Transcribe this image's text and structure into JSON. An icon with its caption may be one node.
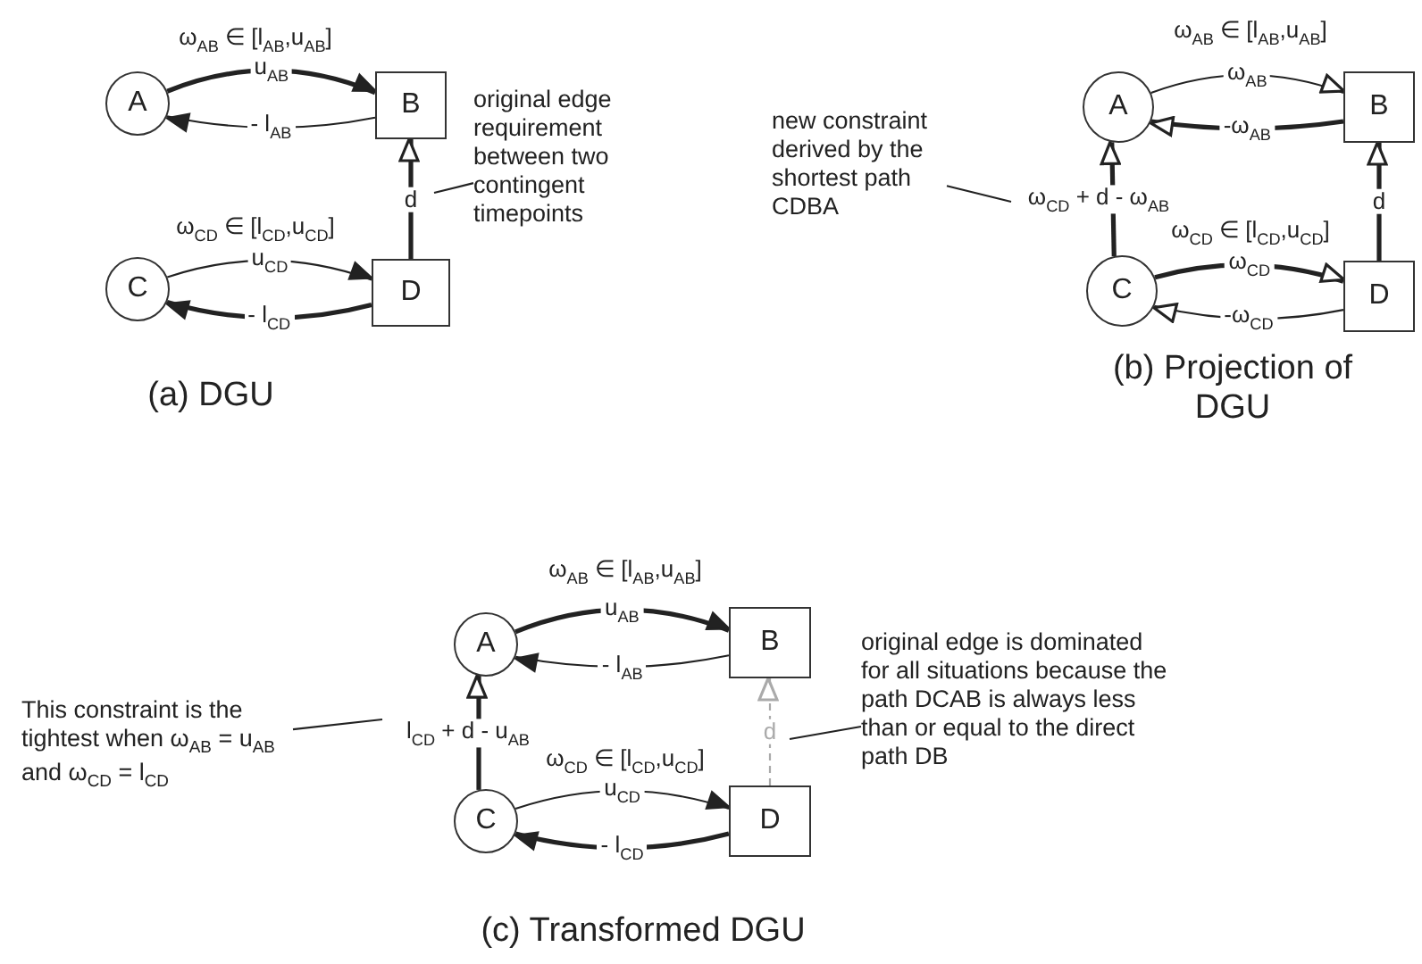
{
  "diagram": {
    "nodes": [
      {
        "text": [
          "A"
        ]
      },
      {
        "text": [
          "B"
        ]
      },
      {
        "text": [
          "C"
        ]
      },
      {
        "text": [
          "D"
        ]
      },
      {
        "text": [
          "original edge requirement between two contingent timepoints"
        ]
      },
      {
        "text": [
          "new constraint derived by the shortest path CDBA"
        ]
      },
      {
        "text": [
          "A"
        ]
      },
      {
        "text": [
          "B"
        ]
      },
      {
        "text": [
          "C"
        ]
      },
      {
        "text": [
          "D"
        ]
      },
      {
        "text": [
          "This constraint is the tightest when ω$_{AB}$ = u$_{AB}$ and ω$_{CD}$ = l$_{CD}$"
        ]
      },
      {
        "text": [
          "A"
        ]
      },
      {
        "text": [
          "B"
        ]
      },
      {
        "text": [
          "C"
        ]
      },
      {
        "text": [
          "D"
        ]
      },
      {
        "text": [
          "original edge is dominated for all situations because the path DCAB is always less than or equal to the direct path DB"
        ]
      }
    ],
    "edges": [
      {
        "from": 0,
        "to": 1,
        "arrow": "to",
        "label": "u$_{AB}$",
        "style": "thick"
      },
      {
        "from": 1,
        "to": 0,
        "arrow": "to",
        "label": "- l$_{AB}$"
      },
      {
        "from": 2,
        "to": 3,
        "arrow": "to",
        "label": "u$_{CD}$"
      },
      {
        "from": 3,
        "to": 2,
        "arrow": "to",
        "label": "- l$_{CD}$",
        "style": "thick"
      },
      {
        "from": 3,
        "to": 1,
        "arrow": "to",
        "label": "d",
        "style": "thick"
      },
      {
        "from": 4,
        "to": null,
        "arrow": "none"
      },
      {
        "from": 6,
        "to": 7,
        "arrow": "to",
        "label": "ω$_{AB}$"
      },
      {
        "from": 7,
        "to": 6,
        "arrow": "to",
        "label": "-ω$_{AB}$",
        "style": "thick"
      },
      {
        "from": 8,
        "to": 9,
        "arrow": "to",
        "label": "ω$_{CD}$",
        "style": "thick"
      },
      {
        "from": 9,
        "to": 8,
        "arrow": "to",
        "label": "-ω$_{CD}$"
      },
      {
        "from": 9,
        "to": 7,
        "arrow": "to",
        "label": "d",
        "style": "thick"
      },
      {
        "from": 8,
        "to": 6,
        "arrow": "to",
        "label": "ω$_{CD}$ + d - ω$_{AB}$",
        "style": "thick"
      },
      {
        "from": 5,
        "to": null,
        "arrow": "none"
      },
      {
        "from": 11,
        "to": 12,
        "arrow": "to",
        "label": "u$_{AB}$",
        "style": "thick"
      },
      {
        "from": 12,
        "to": 11,
        "arrow": "to",
        "label": "- l$_{AB}$"
      },
      {
        "from": 13,
        "to": 14,
        "arrow": "to",
        "label": "u$_{CD}$"
      },
      {
        "from": 14,
        "to": 13,
        "arrow": "to",
        "label": "- l$_{CD}$",
        "style": "thick"
      },
      {
        "from": 13,
        "to": 11,
        "arrow": "to",
        "label": "l$_{CD}$ + d - u$_{AB}$",
        "style": "thick"
      },
      {
        "from": 14,
        "to": 12,
        "arrow": "to",
        "label": "d",
        "style": "dashed",
        "color": "#aaaaaa"
      },
      {
        "from": 10,
        "to": null,
        "arrow": "none"
      },
      {
        "from": 15,
        "to": null,
        "arrow": "none"
      }
    ],
    "labels": [
      "ω$_{AB}$ ∈ [l$_{AB}$,u$_{AB}$]",
      "ω$_{CD}$ ∈ [l$_{CD}$,u$_{CD}$]",
      "(a) DGU",
      "ω$_{AB}$ ∈ [l$_{AB}$,u$_{AB}$]",
      "ω$_{CD}$ ∈ [l$_{CD}$,u$_{CD}$]",
      "(b) Projection of DGU",
      "ω$_{AB}$ ∈ [l$_{AB}$,u$_{AB}$]",
      "ω$_{CD}$ ∈ [l$_{CD}$,u$_{CD}$]",
      "(c) Transformed DGU"
    ]
  }
}
